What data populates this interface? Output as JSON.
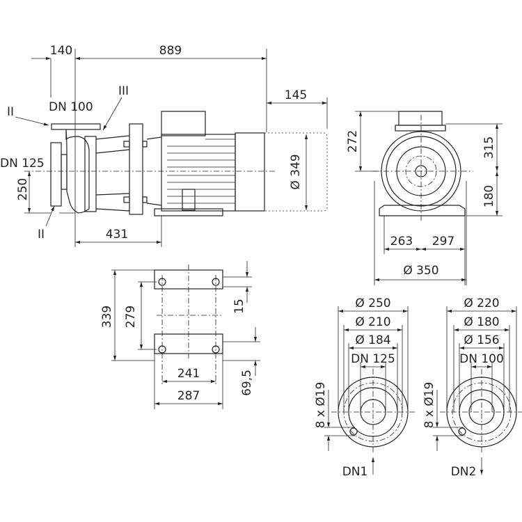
{
  "side_view": {
    "dim_140": "140",
    "dim_889": "889",
    "dim_145": "145",
    "dim_349": "Ø 349",
    "dim_250": "250",
    "dim_431": "431",
    "label_dn100": "DN 100",
    "label_dn125": "DN 125",
    "label_ii_top": "II",
    "label_ii_bottom": "II",
    "label_iii": "III"
  },
  "front_view": {
    "dim_272": "272",
    "dim_315": "315",
    "dim_180": "180",
    "dim_263": "263",
    "dim_297": "297",
    "dim_350": "Ø 350"
  },
  "foot_plan": {
    "dim_339": "339",
    "dim_279": "279",
    "dim_15": "15",
    "dim_69_5": "69,5",
    "dim_241": "241",
    "dim_287": "287"
  },
  "flange_dn1": {
    "d_outer": "Ø 250",
    "d_bolt": "Ø 210",
    "d_face": "Ø 184",
    "dn": "DN 125",
    "holes": "8 x Ø19",
    "label": "DN1",
    "flow": "in"
  },
  "flange_dn2": {
    "d_outer": "Ø 220",
    "d_bolt": "Ø 180",
    "d_face": "Ø 156",
    "dn": "DN 100",
    "holes": "8 x Ø19",
    "label": "DN2",
    "flow": "out"
  }
}
